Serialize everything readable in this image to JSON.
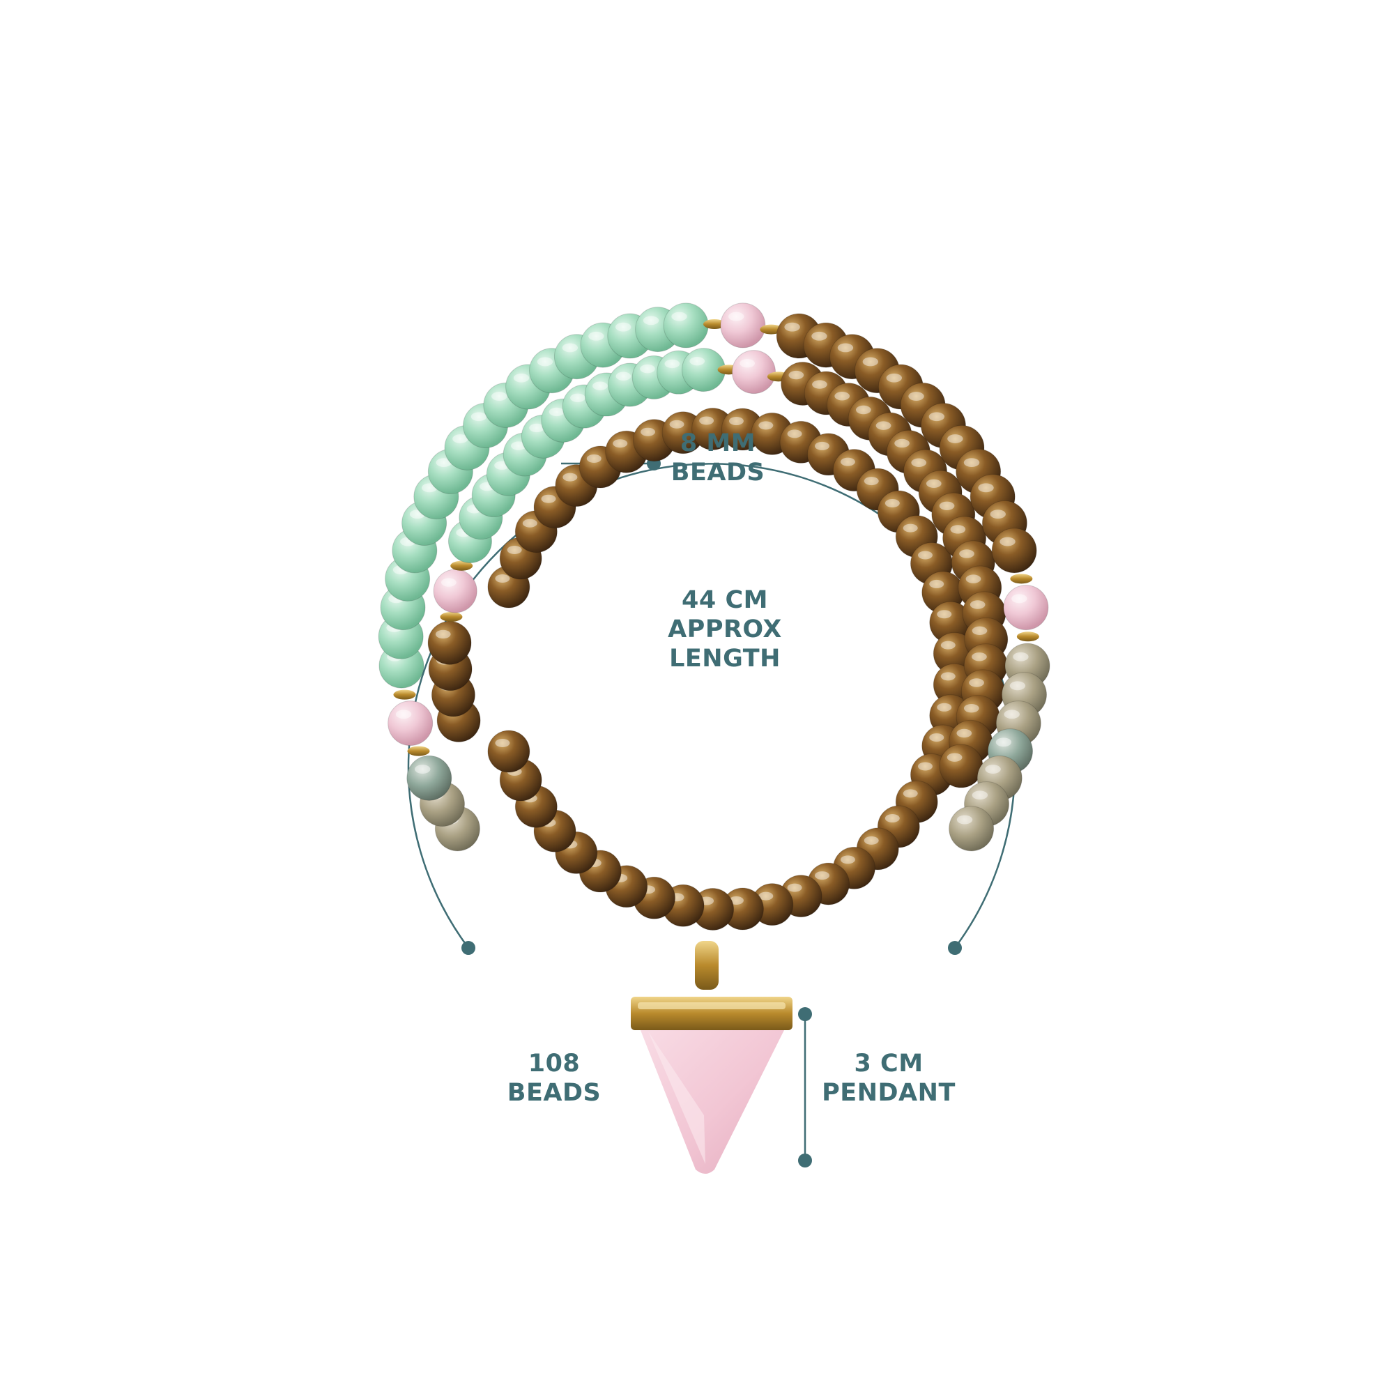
{
  "colors": {
    "accent": "#3f6d74",
    "background": "#ffffff",
    "jade_bead": "#a5dcc0",
    "tiger_eye_bead": "#7a5424",
    "rose_quartz": "#f0c8d4",
    "jasper_bead": "#a9a28c",
    "gold_spacer": "#c99a2c"
  },
  "annotations": {
    "bead_size": {
      "line1": "8 MM",
      "line2": "BEADS"
    },
    "length": {
      "line1": "44 CM",
      "line2": "APPROX",
      "line3": "LENGTH"
    },
    "bead_count": {
      "line1": "108",
      "line2": "BEADS"
    },
    "pendant": {
      "line1": "3 CM",
      "line2": "PENDANT"
    }
  },
  "image": {
    "subject": "mala-bead-necklace",
    "icons": [
      "measurement-arc",
      "callout-dot"
    ]
  }
}
